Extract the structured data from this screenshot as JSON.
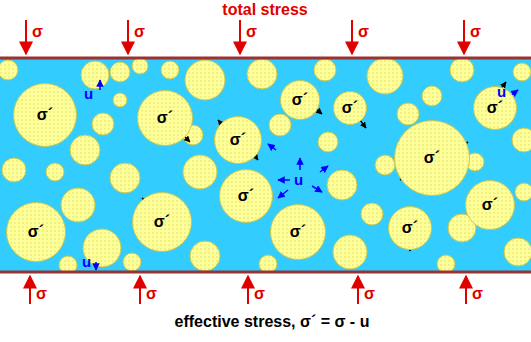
{
  "diagram": {
    "title": "total stress",
    "caption": "effective stress, σ´ = σ - u",
    "nodes": [
      {
        "text": [
          "σ´"
        ]
      },
      {
        "text": [
          "σ´"
        ]
      },
      {
        "text": [
          "σ´"
        ]
      },
      {
        "text": [
          "σ´"
        ]
      },
      {
        "text": [
          "σ´"
        ]
      },
      {
        "text": [
          "σ´"
        ]
      },
      {
        "text": [
          "σ´"
        ]
      },
      {
        "text": [
          "σ´"
        ]
      },
      {
        "text": [
          "σ´"
        ]
      },
      {
        "text": [
          "σ´"
        ]
      },
      {
        "text": [
          "σ´"
        ]
      },
      {
        "text": [
          "σ´"
        ]
      },
      {
        "text": [
          "σ´"
        ]
      }
    ],
    "edges": [],
    "labels": [
      "σ",
      "σ",
      "σ",
      "σ",
      "σ",
      "σ",
      "σ",
      "σ",
      "σ",
      "σ",
      "u",
      "u",
      "u",
      "u"
    ]
  }
}
